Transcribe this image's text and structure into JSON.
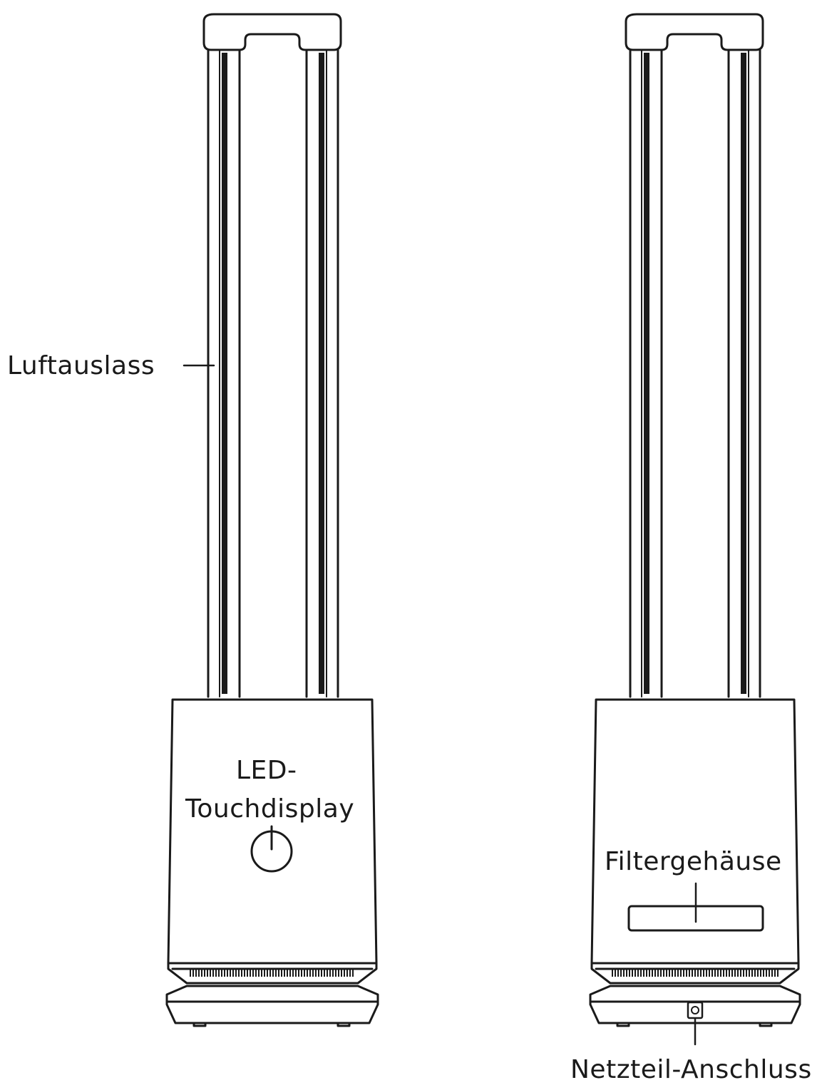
{
  "callouts": {
    "air_outlet": "Luftauslass",
    "touch_display_line1": "LED-",
    "touch_display_line2": "Touchdisplay",
    "filter_housing": "Filtergehäuse",
    "power_connector": "Netzteil-Anschluss"
  },
  "icons": {
    "power_button": "power-icon",
    "power_socket": "socket-icon"
  },
  "colors": {
    "line": "#1a1a1a",
    "background": "#ffffff"
  }
}
